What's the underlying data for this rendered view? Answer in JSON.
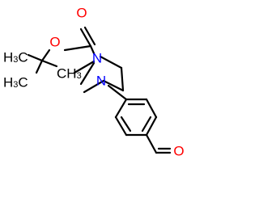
{
  "molecule": {
    "atoms": {
      "carbonyl_o": {
        "label": "O",
        "color": "#ff0000"
      },
      "ether_o": {
        "label": "O",
        "color": "#ff0000"
      },
      "n_top": {
        "label": "N",
        "color": "#0000ff"
      },
      "n_bottom": {
        "label": "N",
        "color": "#0000ff"
      },
      "aldehyde_o": {
        "label": "O",
        "color": "#ff0000"
      }
    },
    "methyls": {
      "left": {
        "main": "H",
        "sub": "3",
        "tail": "C"
      },
      "bottom_left": {
        "main": "H",
        "sub": "3",
        "tail": "C"
      },
      "right": {
        "main": "CH",
        "sub": "3"
      }
    }
  }
}
